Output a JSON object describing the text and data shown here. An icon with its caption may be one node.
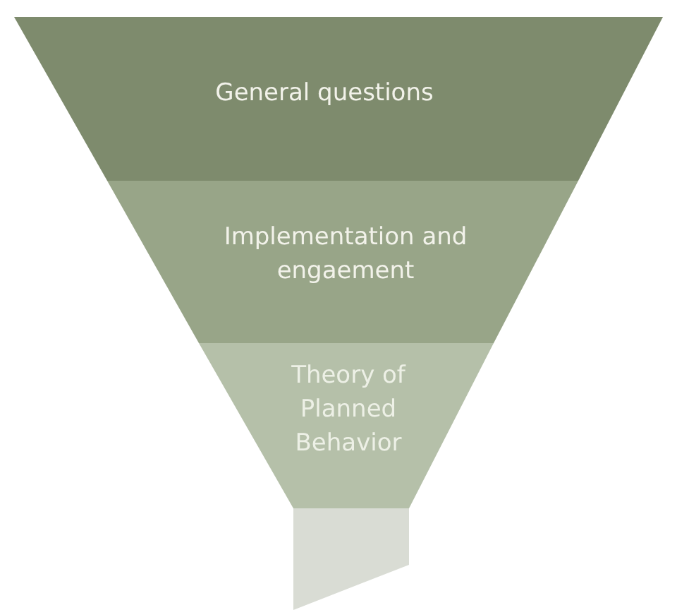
{
  "diagram": {
    "nodes": [
      {
        "text": [
          "General questions"
        ]
      },
      {
        "text": [
          "Implementation and engaement"
        ]
      },
      {
        "text": [
          "Theory of Planned Behavior"
        ]
      },
      {
        "text": [],
        "shape": "box"
      }
    ],
    "edges": []
  }
}
